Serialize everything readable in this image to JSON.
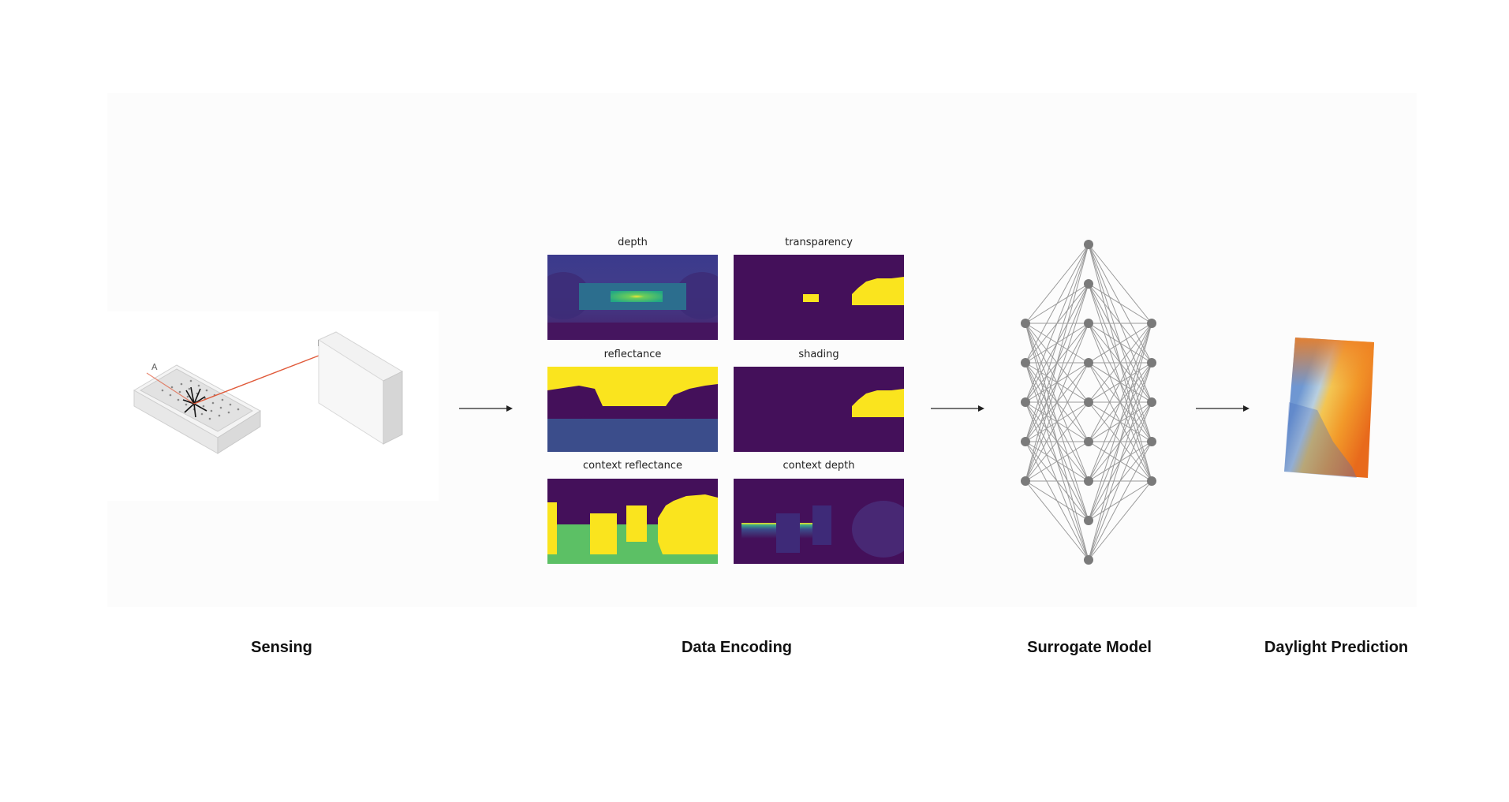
{
  "stages": {
    "sensing": "Sensing",
    "encoding": "Data Encoding",
    "model": "Surrogate Model",
    "prediction": "Daylight Prediction"
  },
  "sensing_scene": {
    "point_a": "A",
    "point_b": "B",
    "ray_color": "#e05a3a"
  },
  "encodings": [
    {
      "title": "depth"
    },
    {
      "title": "transparency"
    },
    {
      "title": "reflectance"
    },
    {
      "title": "shading"
    },
    {
      "title": "context reflectance"
    },
    {
      "title": "context depth"
    }
  ],
  "colors": {
    "viridis_dark": "#44105a",
    "viridis_yellow": "#fae41e",
    "viridis_blue": "#3b4d8b",
    "viridis_green": "#5cc065",
    "node": "#7a7a7a",
    "edge": "#9a9a9a"
  },
  "network": {
    "layers": [
      5,
      9,
      5
    ],
    "icon": "neural-network-icon"
  }
}
